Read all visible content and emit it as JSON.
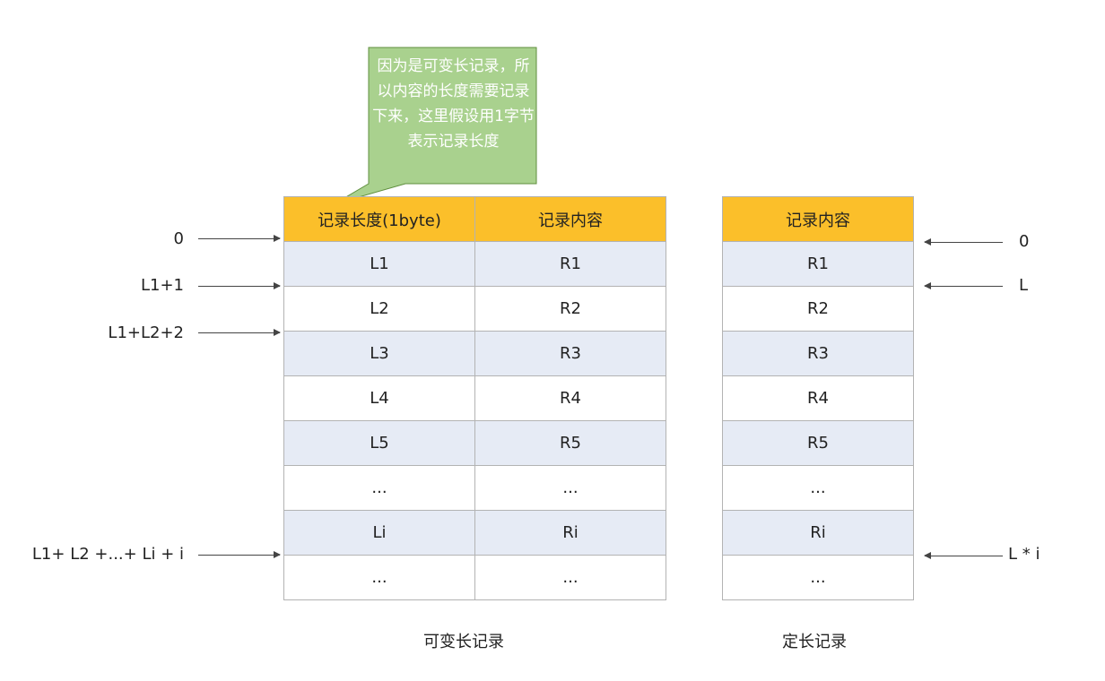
{
  "callout": {
    "text": "因为是可变长记录，所以内容的长度需要记录下来，这里假设用1字节表示记录长度",
    "fill": "#a9d18e",
    "stroke": "#5f8f3e"
  },
  "variable_table": {
    "headers": [
      "记录长度(1byte)",
      "记录内容"
    ],
    "rows": [
      [
        "L1",
        "R1"
      ],
      [
        "L2",
        "R2"
      ],
      [
        "L3",
        "R3"
      ],
      [
        "L4",
        "R4"
      ],
      [
        "L5",
        "R5"
      ],
      [
        "...",
        "..."
      ],
      [
        "Li",
        "Ri"
      ],
      [
        "...",
        "..."
      ]
    ],
    "caption": "可变长记录"
  },
  "fixed_table": {
    "headers": [
      "记录内容"
    ],
    "rows": [
      [
        "R1"
      ],
      [
        "R2"
      ],
      [
        "R3"
      ],
      [
        "R4"
      ],
      [
        "R5"
      ],
      [
        "..."
      ],
      [
        "Ri"
      ],
      [
        "..."
      ]
    ],
    "caption": "定长记录"
  },
  "variable_offsets": [
    "0",
    "L1+1",
    "L1+L2+2",
    "L1+ L2 +...+ Li + i"
  ],
  "fixed_offsets": [
    "0",
    "L",
    "L * i"
  ],
  "colors": {
    "header": "#fbbf2a",
    "row_shaded": "#e6ebf5",
    "border": "#b3b3b3"
  }
}
